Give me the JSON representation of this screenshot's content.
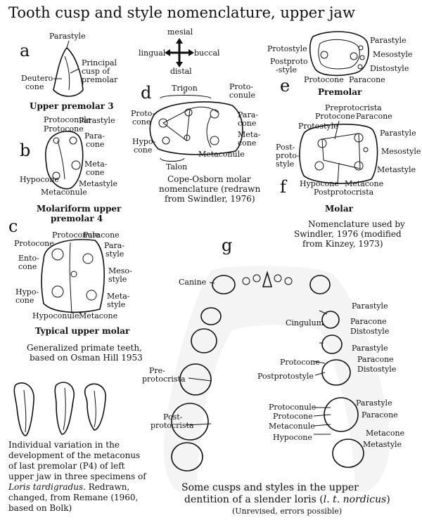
{
  "title": "Tooth cusp and style nomenclature, upper jaw",
  "panel_letters": {
    "a": "a",
    "b": "b",
    "c": "c",
    "d": "d",
    "e": "e",
    "f": "f",
    "g": "g"
  },
  "panel_a": {
    "labels": [
      "Parastyle",
      "Principal",
      "cusp of",
      "premolar",
      "Deutero-",
      "cone"
    ],
    "caption": "Upper premolar 3"
  },
  "panel_b": {
    "labels": [
      "Protoconule",
      "Protocone",
      "Parastyle",
      "Para-",
      "cone",
      "Meta-",
      "cone",
      "Hypocone",
      "Metastyle",
      "Metaconule"
    ],
    "caption_lines": [
      "Molariform upper",
      "premolar 4"
    ]
  },
  "panel_c": {
    "labels": [
      "Protoconule",
      "Paracone",
      "Protocone",
      "Para-",
      "style",
      "Ento-",
      "cone",
      "Meso-",
      "style",
      "Hypo-",
      "cone",
      "Meta-",
      "style",
      "Hypoconule",
      "Metacone"
    ],
    "caption": "Typical upper molar",
    "note_lines": [
      "Generalized primate teeth,",
      "based on Osman Hill 1953"
    ]
  },
  "compass": {
    "mesial": "mesial",
    "lingual": "lingual",
    "buccal": "buccal",
    "distal": "distal"
  },
  "panel_d": {
    "labels": [
      "Trigon",
      "Proto-",
      "conule",
      "Proto-",
      "cone",
      "Para-",
      "cone",
      "Meta-",
      "cone",
      "Hypo-",
      "cone",
      "Metaconule",
      "Talon"
    ],
    "note_lines": [
      "Cope-Osborn molar",
      "nomenclature (redrawn",
      "from Swindler, 1976)"
    ]
  },
  "panel_e": {
    "labels": [
      "Protostyle",
      "Postproto",
      "-style",
      "Parastyle",
      "Mesostyle",
      "Distostyle",
      "Protocone",
      "Paracone"
    ],
    "caption": "Premolar"
  },
  "panel_f": {
    "labels": [
      "Preprotocrista",
      "Protocone",
      "Paracone",
      "Protostyle",
      "Parastyle",
      "Post-",
      "proto-",
      "style",
      "Mesostyle",
      "Metastyle",
      "Hypocone",
      "Metacone",
      "Postprotocrista"
    ],
    "caption": "Molar",
    "note_lines": [
      "Nomenclature used by",
      "Swindler, 1976 (modified",
      "from Kinzey, 1973)"
    ]
  },
  "panel_g": {
    "labels": [
      "Canine",
      "Parastyle",
      "Cingulum",
      "Paracone",
      "Distostyle",
      "Parastyle",
      "Paracone",
      "Protocone",
      "Distostyle",
      "Postprotostyle",
      "Pre-",
      "protocrista",
      "Protoconule",
      "Parastyle",
      "Protocone",
      "Paracone",
      "Metaconule",
      "Metacone",
      "Hypocone",
      "Metastyle",
      "Post-",
      "protocrista"
    ],
    "caption_lines": [
      "Some cusps and styles in the upper",
      "dentition of a slender loris ("
    ],
    "caption_italic": "l. t. nordicus",
    "caption_end": ")",
    "note": "(Unrevised, errors possible)"
  },
  "variation": {
    "text_lines": [
      "Individual variation in the",
      "development of the metaconus",
      "of last premolar (P4) of left",
      "upper jaw in three specimens of"
    ],
    "italic_line": "Loris tardigradus",
    "text_after": ". Redrawn,",
    "text_lines2": [
      "changed, from Remane (1960,",
      "based on Bolk)"
    ]
  }
}
